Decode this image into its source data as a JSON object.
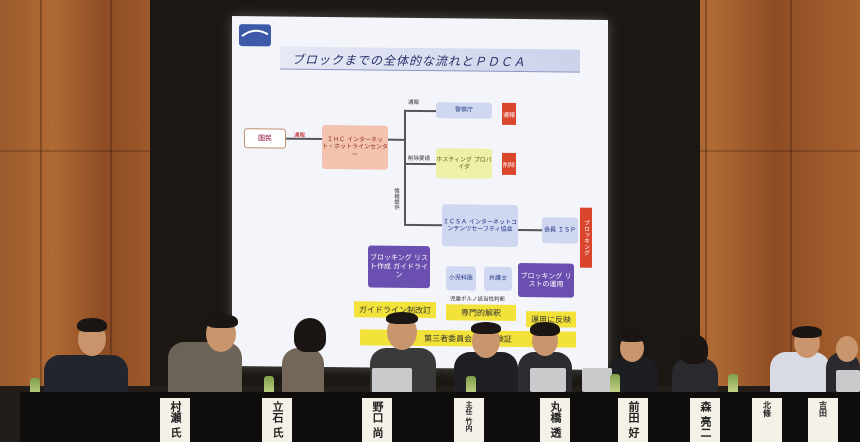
{
  "slide": {
    "title": "ブロックまでの全体的な流れとＰＤＣＡ",
    "boxes": {
      "kokumin": "国民",
      "ihc": "ＩＨＣ インターネット・ホットラインセンター",
      "police": "警察庁",
      "hosting": "ホスティング プロバイダ",
      "icsa": "ＩＣＳＡ インターネットコンテンツセーフティ協会",
      "isp": "会員 ＩＳＰ",
      "list_create": "ブロッキング リスト作成 ガイドライン",
      "child": "小児科医",
      "lawyer": "弁護士",
      "list_operate": "ブロッキング リストの運用"
    },
    "tags": {
      "t1": "通報",
      "t2": "削除",
      "t3": "ブロッキング"
    },
    "labels": {
      "report": "通報",
      "notify": "通報",
      "delete_request": "削除要請",
      "info_provide": "情報提供",
      "judge": "児童ポルノ該当性判断"
    },
    "cycle": {
      "guideline_revise": "ガイドライン制改訂",
      "expert_judge": "専門的解釈",
      "reflect": "運用に反映",
      "third_party": "第三者委員会による検証"
    }
  },
  "nameplates": [
    "村瀬 氏",
    "立石 氏",
    "野口 尚",
    "主任 竹内",
    "丸橋 透",
    "前田 好",
    "森 亮二",
    "北條",
    "吉田"
  ],
  "colors": {
    "wood": "#a8622f",
    "slide_bg": "#f4f5fb",
    "purple": "#6a4fb0",
    "yellow": "#f2e23a",
    "red": "#d9462b"
  }
}
